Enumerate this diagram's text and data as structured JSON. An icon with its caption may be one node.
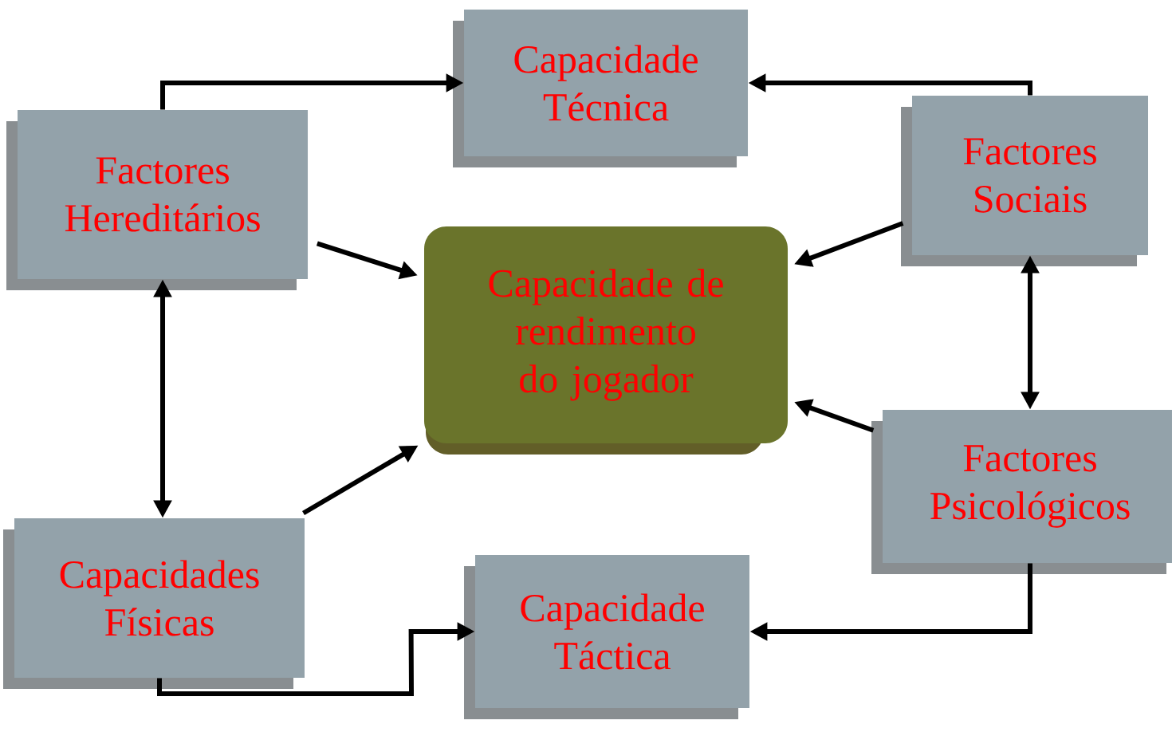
{
  "diagram": {
    "nodes": [
      {
        "text": [
          "Capacidade Técnica"
        ]
      },
      {
        "text": [
          "Factores Hereditários"
        ]
      },
      {
        "text": [
          "Factores Sociais"
        ]
      },
      {
        "text": [
          "Capacidade de rendimento do jogador"
        ]
      },
      {
        "text": [
          "Factores Psicológicos"
        ]
      },
      {
        "text": [
          "Capacidades Físicas"
        ]
      },
      {
        "text": [
          "Capacidade Táctica"
        ]
      }
    ],
    "edges": [
      {
        "from": 1,
        "to": 0,
        "arrow": "to"
      },
      {
        "from": 2,
        "to": 0,
        "arrow": "to"
      },
      {
        "from": 1,
        "to": 3,
        "arrow": "to"
      },
      {
        "from": 2,
        "to": 3,
        "arrow": "to"
      },
      {
        "from": 1,
        "to": 5,
        "arrow": "both"
      },
      {
        "from": 2,
        "to": 4,
        "arrow": "both"
      },
      {
        "from": 5,
        "to": 3,
        "arrow": "to"
      },
      {
        "from": 4,
        "to": 3,
        "arrow": "to"
      },
      {
        "from": 5,
        "to": 6,
        "arrow": "to"
      },
      {
        "from": 4,
        "to": 6,
        "arrow": "to"
      }
    ]
  }
}
